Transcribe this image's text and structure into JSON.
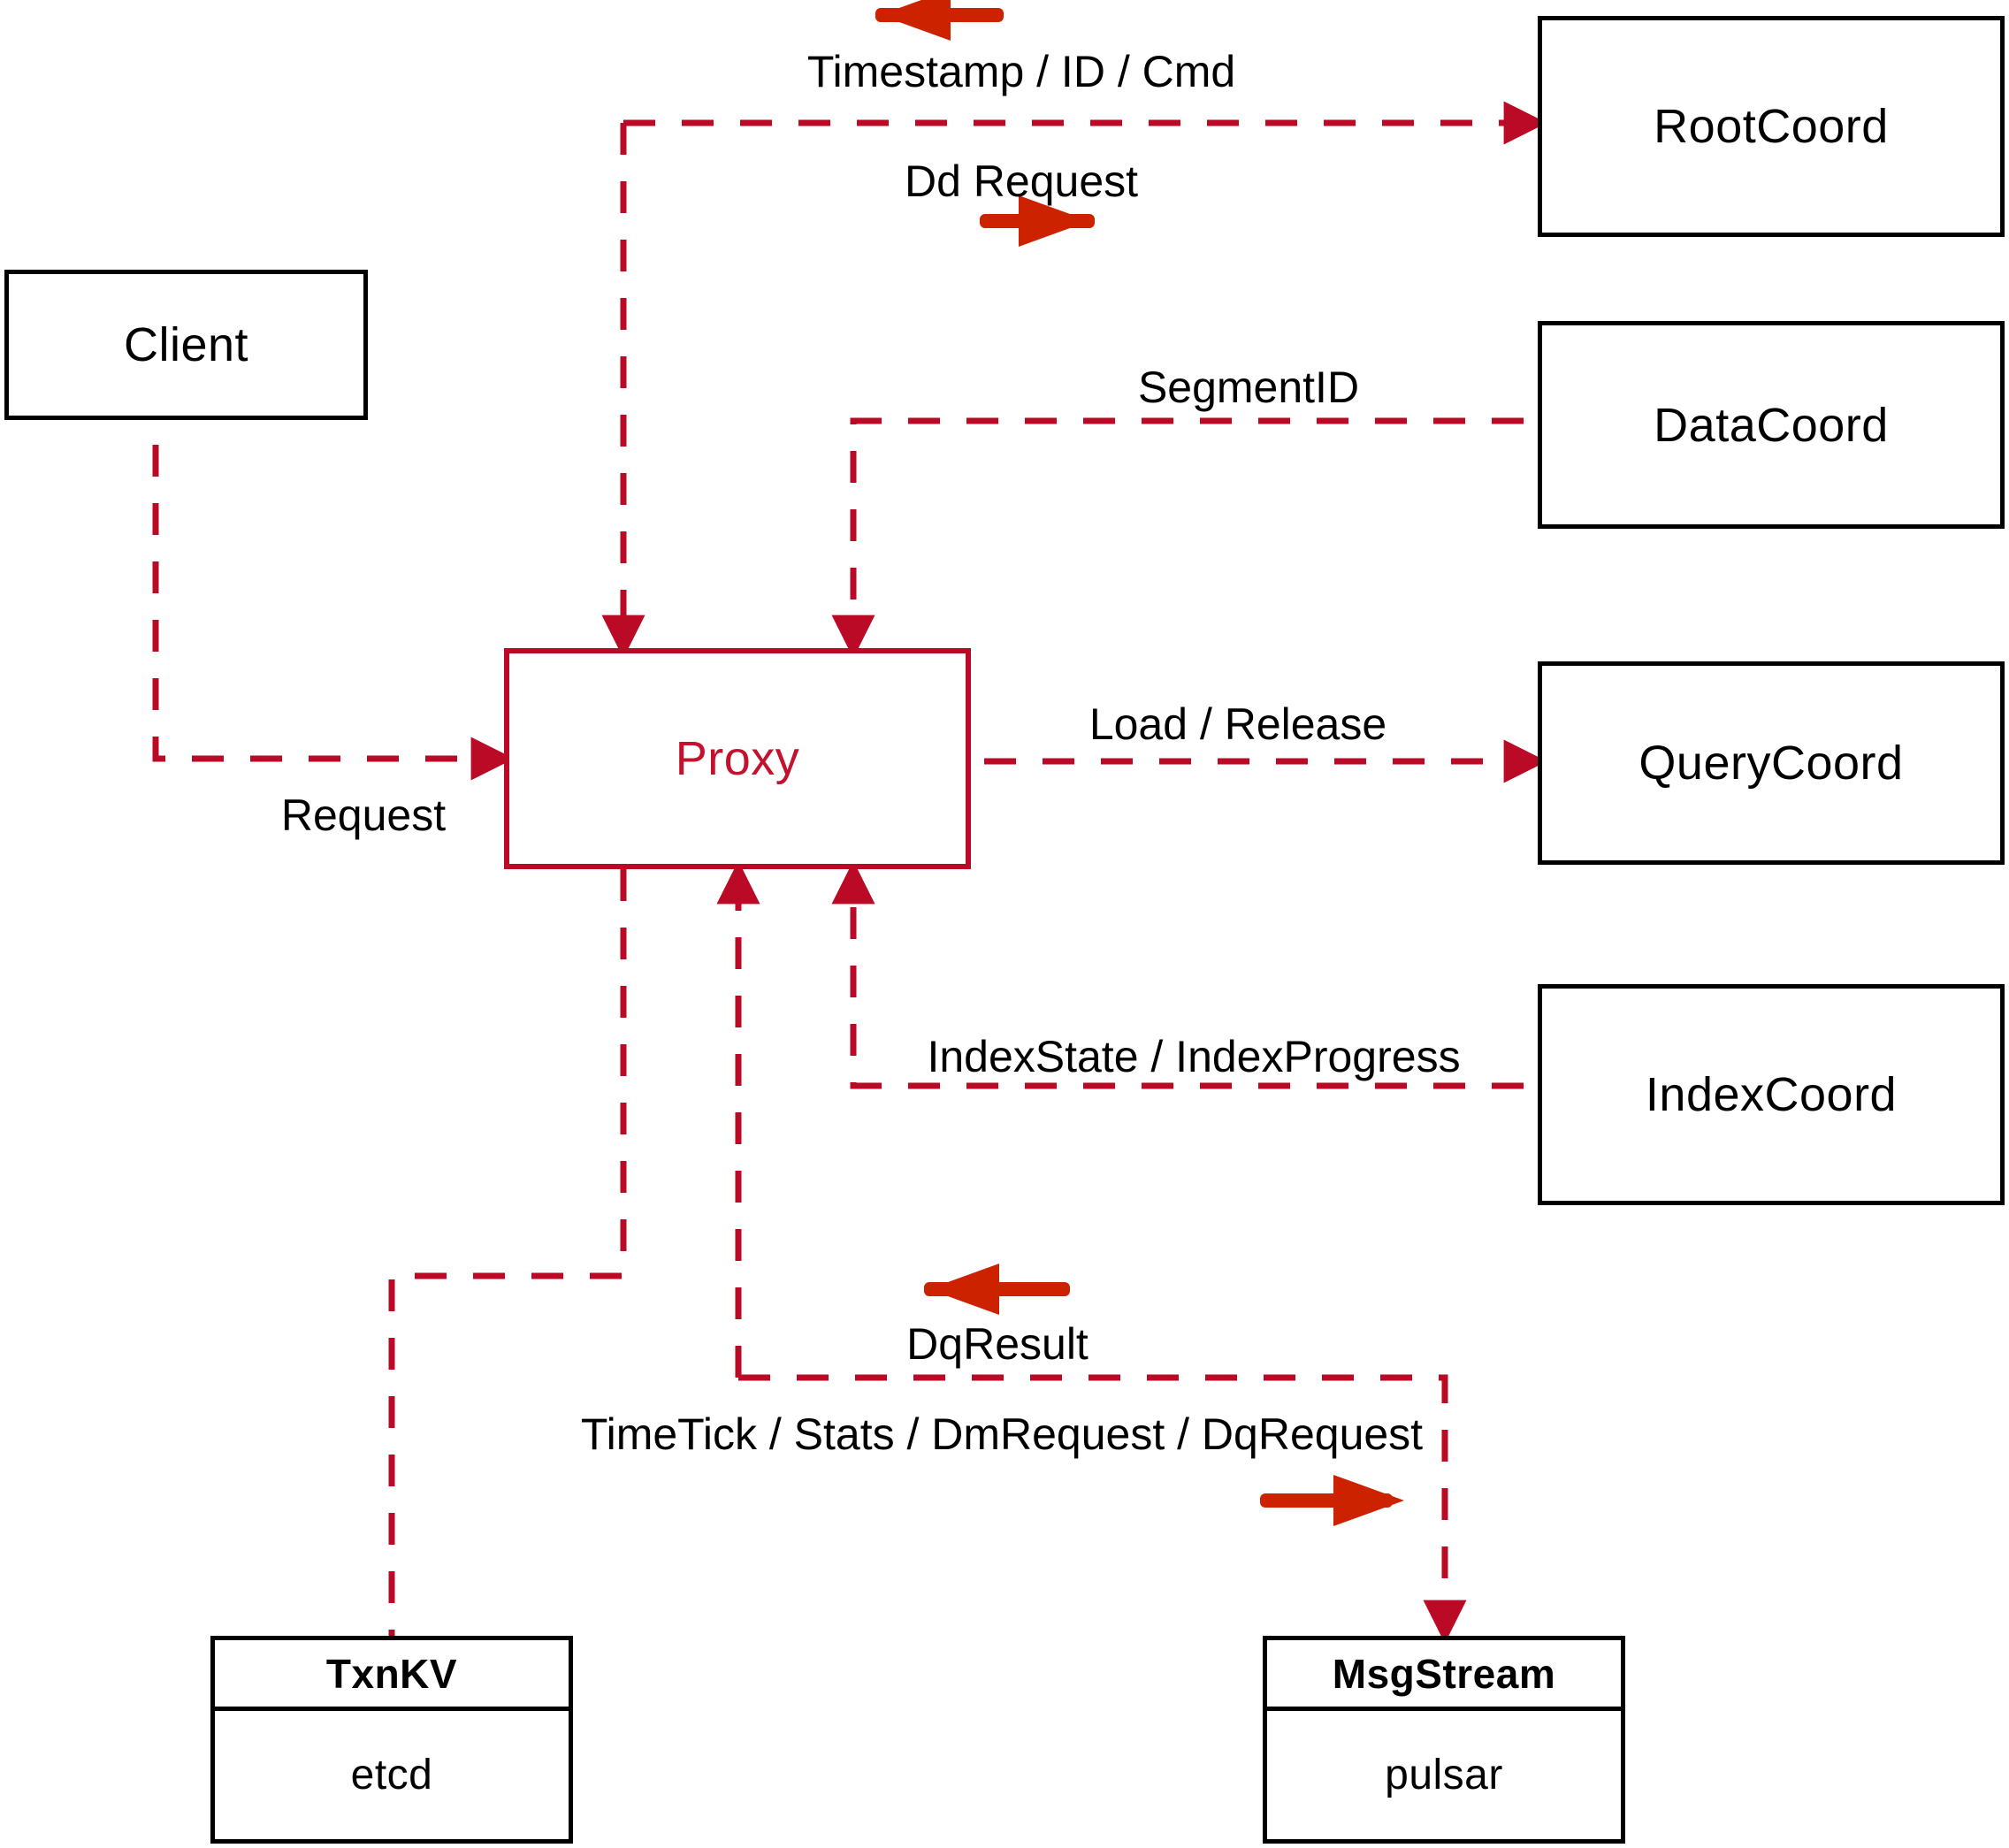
{
  "diagram": {
    "title": "Proxy component interaction diagram",
    "colors": {
      "dashed_red": "#bb0a26",
      "arrow_red": "#cc2200",
      "node_black": "#000000",
      "proxy_red": "#c4112d",
      "background": "#ffffff"
    },
    "nodes": {
      "client": {
        "label": "Client"
      },
      "proxy": {
        "label": "Proxy"
      },
      "root_coord": {
        "label": "RootCoord"
      },
      "data_coord": {
        "label": "DataCoord"
      },
      "query_coord": {
        "label": "QueryCoord"
      },
      "index_coord": {
        "label": "IndexCoord"
      },
      "txn_kv": {
        "header": "TxnKV",
        "body": "etcd"
      },
      "msg_stream": {
        "header": "MsgStream",
        "body": "pulsar"
      }
    },
    "edge_labels": {
      "timestamp_id_cmd": "Timestamp / ID / Cmd",
      "dd_request": "Dd Request",
      "segment_id": "SegmentID",
      "load_release": "Load / Release",
      "index_state_progress": "IndexState / IndexProgress",
      "request": "Request",
      "dq_result": "DqResult",
      "timetick_stats_dm_dq": "TimeTick / Stats / DmRequest / DqRequest"
    },
    "icons": {
      "arrow_left_top": "arrow-left-icon",
      "arrow_right_dd": "arrow-right-icon",
      "arrow_left_dqresult": "arrow-left-icon",
      "arrow_right_msgstream": "arrow-right-icon"
    }
  }
}
